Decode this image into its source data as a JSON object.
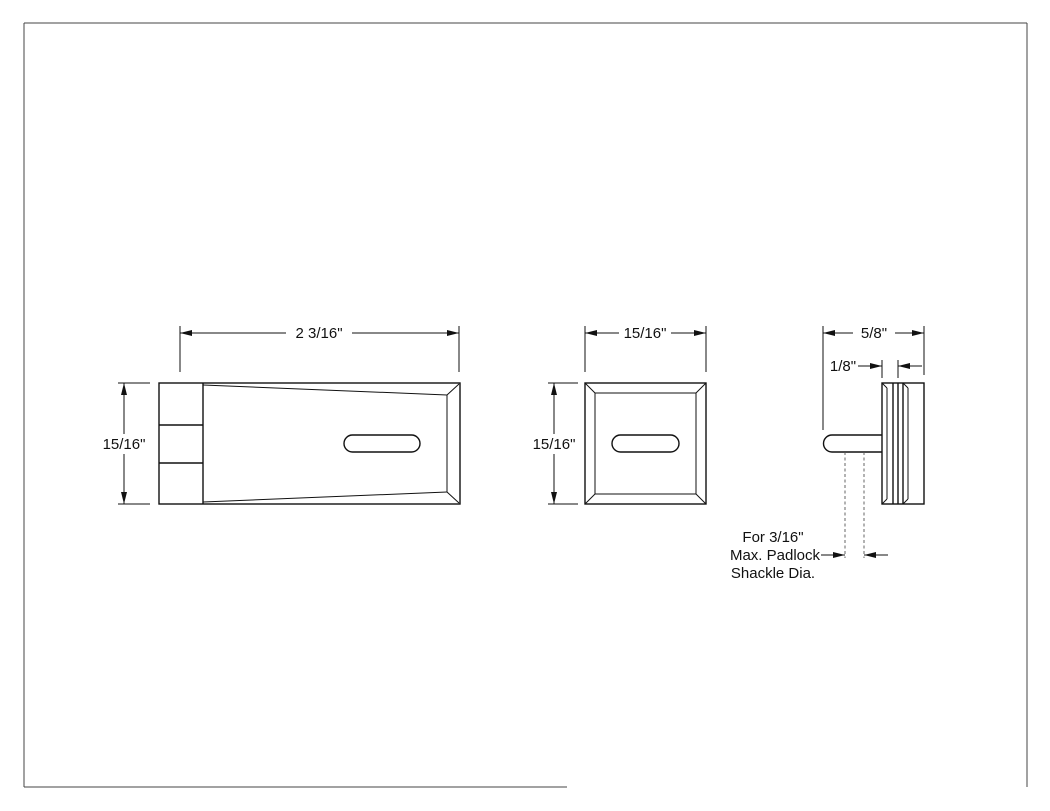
{
  "dimensions": {
    "front_width": "2 3/16\"",
    "front_height": "15/16\"",
    "end_width": "15/16\"",
    "end_height": "15/16\"",
    "side_depth": "5/8\"",
    "side_plate": "1/8\""
  },
  "note": {
    "line1": "For 3/16\"",
    "line2": "Max. Padlock",
    "line3": "Shackle Dia."
  }
}
